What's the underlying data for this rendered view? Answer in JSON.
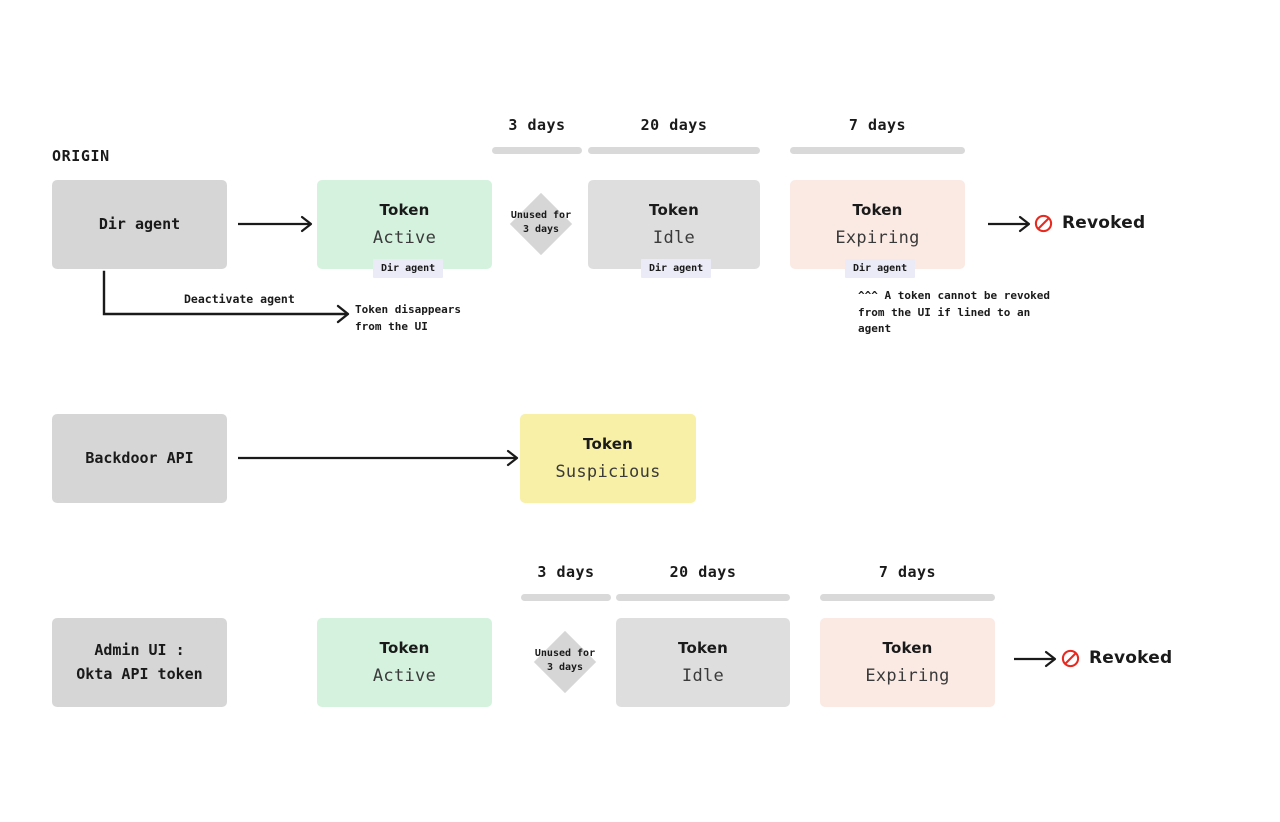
{
  "diagram": {
    "origin_label": "ORIGIN",
    "timeline_top": {
      "durations": [
        "3 days",
        "20 days",
        "7 days"
      ]
    },
    "timeline_bottom": {
      "durations": [
        "3 days",
        "20 days",
        "7 days"
      ]
    },
    "rows": [
      {
        "id": "dir-agent-row",
        "source": "Dir agent",
        "states": [
          {
            "title": "Token",
            "state": "Active",
            "badge": "Dir agent"
          },
          {
            "title": "Token",
            "state": "Idle",
            "badge": "Dir agent"
          },
          {
            "title": "Token",
            "state": "Expiring",
            "badge": "Dir agent"
          }
        ],
        "gate": "Unused for\n3 days",
        "terminal": {
          "icon": "prohibited-icon",
          "label": "Revoked"
        },
        "branch": {
          "edge_label": "Deactivate agent",
          "target_text": "Token disappears\nfrom the UI"
        },
        "note": "^^^ A token cannot be revoked\nfrom the UI if lined to an\nagent"
      },
      {
        "id": "backdoor-api-row",
        "source": "Backdoor API",
        "states": [
          {
            "title": "Token",
            "state": "Suspicious",
            "badge": null
          }
        ]
      },
      {
        "id": "admin-ui-row",
        "source": "Admin UI :\nOkta API token",
        "states": [
          {
            "title": "Token",
            "state": "Active",
            "badge": null
          },
          {
            "title": "Token",
            "state": "Idle",
            "badge": null
          },
          {
            "title": "Token",
            "state": "Expiring",
            "badge": null
          }
        ],
        "gate": "Unused for\n3 days",
        "terminal": {
          "icon": "prohibited-icon",
          "label": "Revoked"
        }
      }
    ],
    "colors": {
      "source_box": "#d6d6d6",
      "active": "#d4f2de",
      "idle": "#dedede",
      "expiring": "#fbeae4",
      "suspicious": "#f8f0a6",
      "badge": "#ebebf7",
      "bar": "#d9d9d9",
      "revoked": "#e8291f",
      "text": "#1a1a1a"
    }
  }
}
